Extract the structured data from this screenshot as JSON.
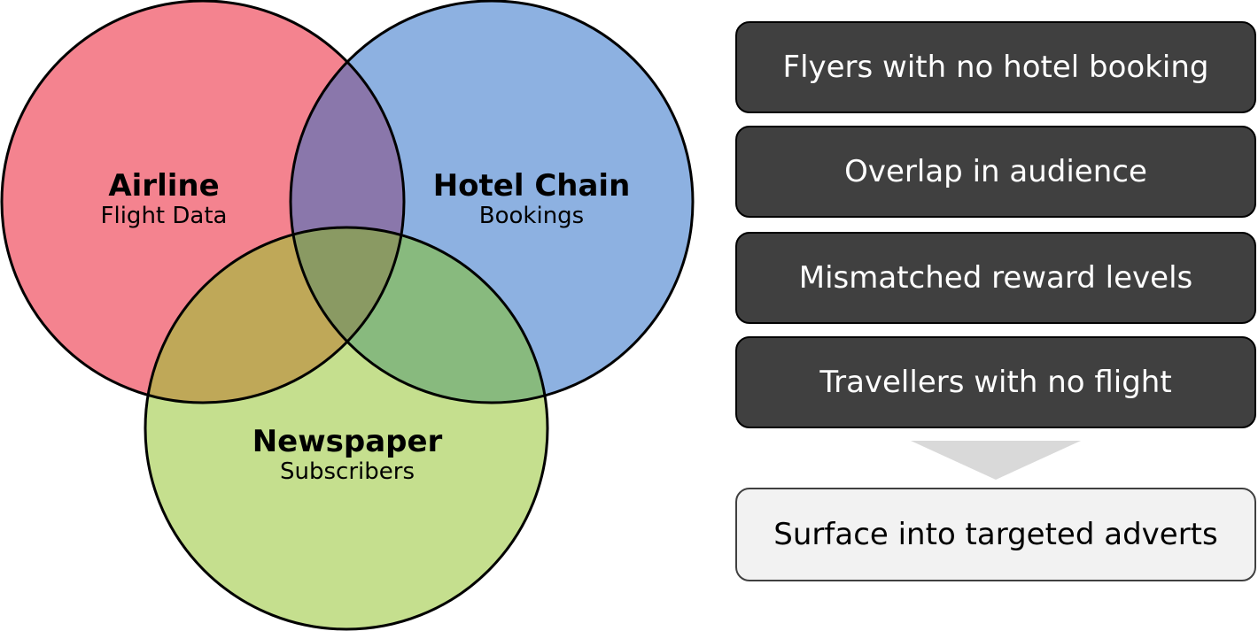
{
  "venn": {
    "circles": [
      {
        "id": "airline",
        "title": "Airline",
        "subtitle": "Flight Data",
        "fill": "#F4838F"
      },
      {
        "id": "hotel",
        "title": "Hotel Chain",
        "subtitle": "Bookings",
        "fill": "#8DB1E1"
      },
      {
        "id": "newspaper",
        "title": "Newspaper",
        "subtitle": "Subscribers",
        "fill": "#C5DF8E"
      }
    ],
    "overlap_colors": {
      "airline_hotel": "#8A77AB",
      "airline_newspaper": "#BFA858",
      "hotel_newspaper": "#88BA7E",
      "all_three": "#8A9A63"
    }
  },
  "steps": [
    "Flyers with no hotel booking",
    "Overlap in audience",
    "Mismatched reward levels",
    "Travellers with no flight"
  ],
  "result": "Surface into targeted adverts",
  "colors": {
    "step_box": "#404040",
    "result_box": "#F2F2F2",
    "arrow": "#D9D9D9"
  }
}
